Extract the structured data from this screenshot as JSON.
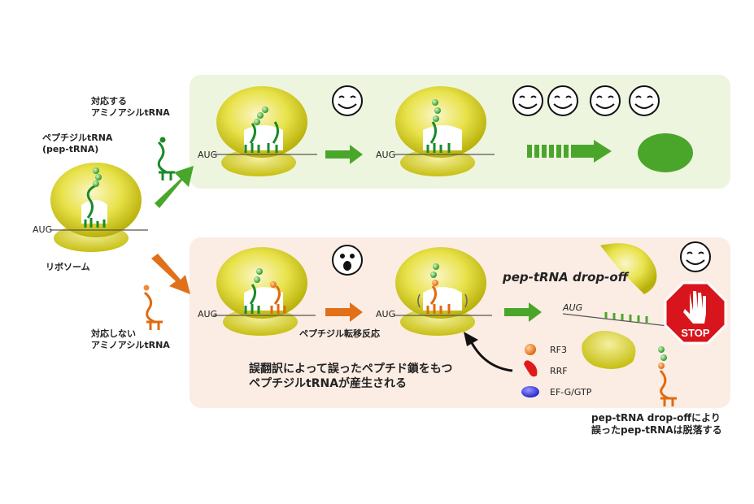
{
  "labels": {
    "cognate_aa_trna": "対応する\nアミノアシルtRNA",
    "peptidyl_trna": "ペプチジルtRNA\n(pep-tRNA)",
    "ribosome": "リボソーム",
    "noncognate_aa_trna": "対応しない\nアミノアシルtRNA",
    "aug": "AUG",
    "peptidyl_transfer": "ペプチジル転移反応",
    "mistranslation_note": "誤翻訳によって誤ったペプチド鎖をもつ\nペプチジルtRNAが産生される",
    "dropoff_title": "pep-tRNA drop-off",
    "dropoff_note": "pep-tRNA drop-offにより\n誤ったpep-tRNAは脱落する",
    "stop_sign": "STOP"
  },
  "legend": [
    {
      "label": "RF3",
      "color": "#f08a3c",
      "icon": "rf3-icon"
    },
    {
      "label": "RRF",
      "color": "#e01a1a",
      "icon": "rrf-icon"
    },
    {
      "label": "EF-G/GTP",
      "color": "#2a2ad8",
      "icon": "efg-gtp-icon"
    }
  ],
  "colors": {
    "upper_panel": "#eef5df",
    "lower_panel": "#fbede4",
    "ribosome_yellow": "#d8d418",
    "trna_green": "#1a8a2a",
    "trna_orange": "#e06a10",
    "arrow_green": "#4aa62a",
    "arrow_orange": "#e0701a",
    "stop_red": "#d8141c"
  }
}
